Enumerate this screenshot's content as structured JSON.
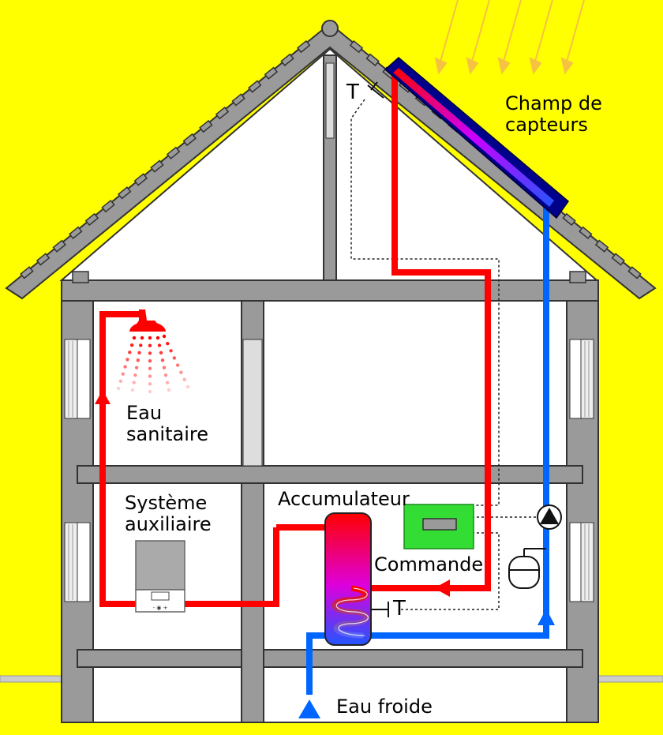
{
  "labels": {
    "collector_line1": "Champ de",
    "collector_line2": "capteurs",
    "sanitary_line1": "Eau",
    "sanitary_line2": "sanitaire",
    "auxiliary_line1": "Système",
    "auxiliary_line2": "auxiliaire",
    "storage": "Accumulateur",
    "control": "Commande",
    "cold_water": "Eau froide",
    "sensor_roof": "T",
    "sensor_tank": "T"
  },
  "colors": {
    "background": "#ffff00",
    "structure": "#9a9a9a",
    "hot_pipe": "#ff0000",
    "cold_pipe": "#0066ff",
    "collector": "#00008b",
    "control_unit": "#33dd33",
    "sun_rays": "#f5c242"
  }
}
